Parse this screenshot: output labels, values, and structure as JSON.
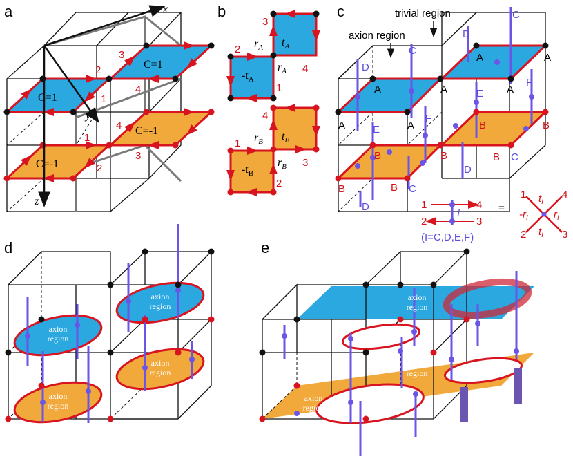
{
  "panels": {
    "a": "a",
    "b": "b",
    "c": "c",
    "d": "d",
    "e": "e"
  },
  "colors": {
    "red": "#d7141f",
    "blue": "#2ba8e0",
    "orange": "#f2a93b",
    "purple": "#6a55e6",
    "black": "#111111",
    "gray": "#7a7a7a"
  },
  "panel_a": {
    "axis_x": "x",
    "axis_y": "y",
    "axis_z": "z",
    "plaquette_top": "C=1",
    "plaquette_top2": "C=1",
    "plaquette_bottom": "C=-1",
    "plaquette_bottom2": "C=-1",
    "n1": "1",
    "n2": "2",
    "n3": "3",
    "n4": "4",
    "m1": "1",
    "m2": "2",
    "m3": "3",
    "m4": "4"
  },
  "panel_b": {
    "nA1": "1",
    "nA2": "2",
    "nA3": "3",
    "nA4": "4",
    "nB1": "1",
    "nB2": "2",
    "nB3": "3",
    "nB4": "4",
    "rA": "r",
    "rA_sub": "A",
    "tA": "t",
    "tA_sub": "A",
    "mtA": "-t",
    "mtA_sub": "A",
    "rA2": "r",
    "rA2_sub": "A",
    "rB": "r",
    "rB_sub": "B",
    "tB": "t",
    "tB_sub": "B",
    "mtB": "-t",
    "mtB_sub": "B",
    "rB2": "r",
    "rB2_sub": "B"
  },
  "panel_c": {
    "trivial": "trivial region",
    "axion": "axion region",
    "A": "A",
    "B": "B",
    "C": "C",
    "D": "D",
    "E": "E",
    "F": "F",
    "k1": "1",
    "k2": "2",
    "k3": "3",
    "k4": "4",
    "kI": "I",
    "kInote": "(I=C,D,E,F)",
    "eq": "=",
    "tI": "t",
    "rI": "r",
    "mrI": "-r",
    "sub": "I"
  },
  "panel_d": {
    "region": "axion",
    "region2": "region"
  },
  "panel_e": {
    "region": "axion",
    "region2": "region"
  }
}
